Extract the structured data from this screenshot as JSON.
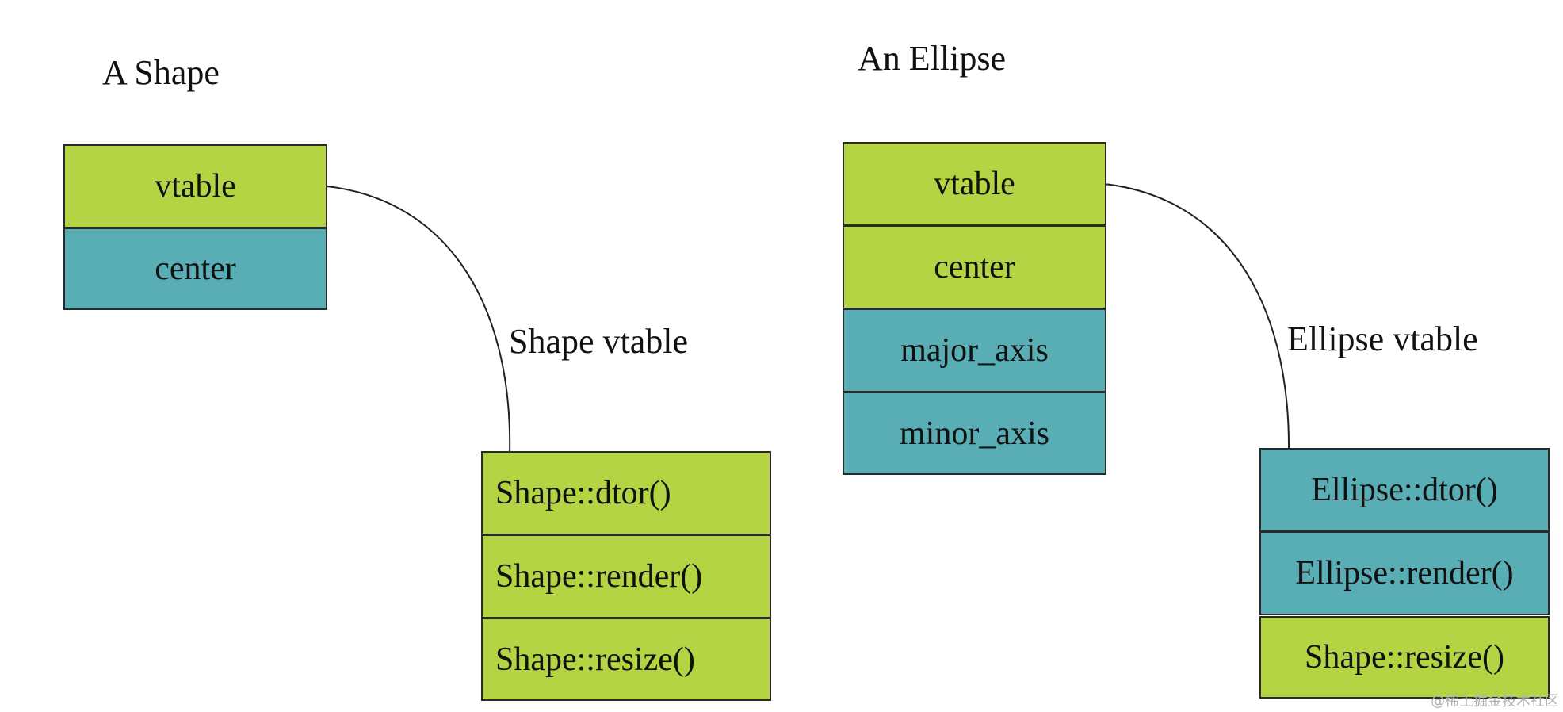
{
  "left": {
    "title": "A Shape",
    "object_fields": [
      {
        "label": "vtable",
        "color": "#b5d444"
      },
      {
        "label": "center",
        "color": "#58aeb4"
      }
    ],
    "vtable_label": "Shape vtable",
    "vtable_entries": [
      {
        "label": "Shape::dtor()",
        "color": "#b5d444"
      },
      {
        "label": "Shape::render()",
        "color": "#b5d444"
      },
      {
        "label": "Shape::resize()",
        "color": "#b5d444"
      }
    ]
  },
  "right": {
    "title": "An Ellipse",
    "object_fields": [
      {
        "label": "vtable",
        "color": "#b5d444"
      },
      {
        "label": "center",
        "color": "#b5d444"
      },
      {
        "label": "major_axis",
        "color": "#58aeb4"
      },
      {
        "label": "minor_axis",
        "color": "#58aeb4"
      }
    ],
    "vtable_label": "Ellipse vtable",
    "vtable_entries": [
      {
        "label": "Ellipse::dtor()",
        "color": "#58aeb4"
      },
      {
        "label": "Ellipse::render()",
        "color": "#58aeb4"
      },
      {
        "label": "Shape::resize()",
        "color": "#b5d444"
      }
    ]
  },
  "watermark": "@稀土掘金技术社区"
}
